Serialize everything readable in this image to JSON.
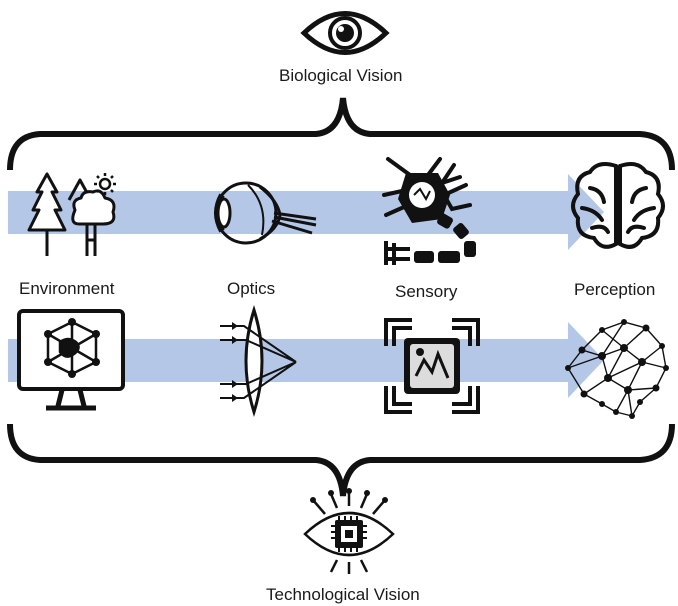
{
  "top": {
    "title": "Biological Vision",
    "icon": "eye-icon"
  },
  "bottom": {
    "title": "Technological Vision",
    "icon": "circuit-eye-icon"
  },
  "stages": [
    {
      "label": "Environment",
      "bio_icon": "trees-sun-icon",
      "tech_icon": "monitor-3d-model-icon"
    },
    {
      "label": "Optics",
      "bio_icon": "eyeball-cross-section-icon",
      "tech_icon": "lens-refraction-icon"
    },
    {
      "label": "Sensory",
      "bio_icon": "neuron-icon",
      "tech_icon": "image-sensor-icon"
    },
    {
      "label": "Perception",
      "bio_icon": "brain-icon",
      "tech_icon": "neural-network-brain-icon"
    }
  ],
  "colors": {
    "arrow": "#b4c7e7",
    "ink": "#1a1a1a"
  }
}
